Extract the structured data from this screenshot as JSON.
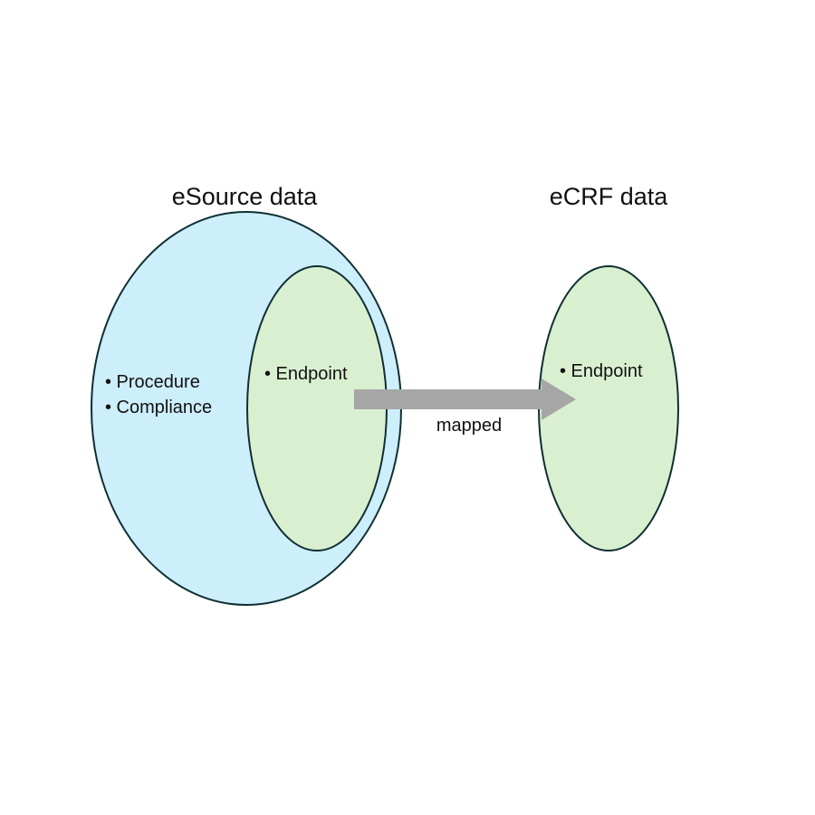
{
  "esource": {
    "title": "eSource data",
    "outer_items": [
      "• Procedure",
      "• Compliance"
    ],
    "inner_items": [
      "• Endpoint"
    ]
  },
  "ecrf": {
    "title": "eCRF data",
    "items": [
      "• Endpoint"
    ]
  },
  "arrow": {
    "label": "mapped"
  },
  "colors": {
    "outer_fill": "#cdeefb",
    "inner_fill": "#d9f0d0",
    "stroke": "#0f2f33",
    "arrow": "#a6a6a6"
  }
}
